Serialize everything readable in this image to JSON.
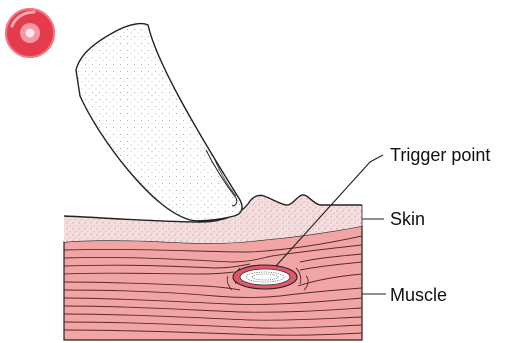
{
  "labels": {
    "trigger_point": "Trigger point",
    "skin": "Skin",
    "muscle": "Muscle"
  },
  "badge": {
    "icon": "disc-icon",
    "color_outer": "#e53b4c",
    "color_inner": "#f7b3b8"
  },
  "colors": {
    "skin_fill": "#f7dede",
    "muscle_fill": "#f1a5a5",
    "muscle_line": "#5a2a2a",
    "finger_fill": "#ffffff",
    "outline": "#222222",
    "trigger_ring": "#e0566a"
  }
}
